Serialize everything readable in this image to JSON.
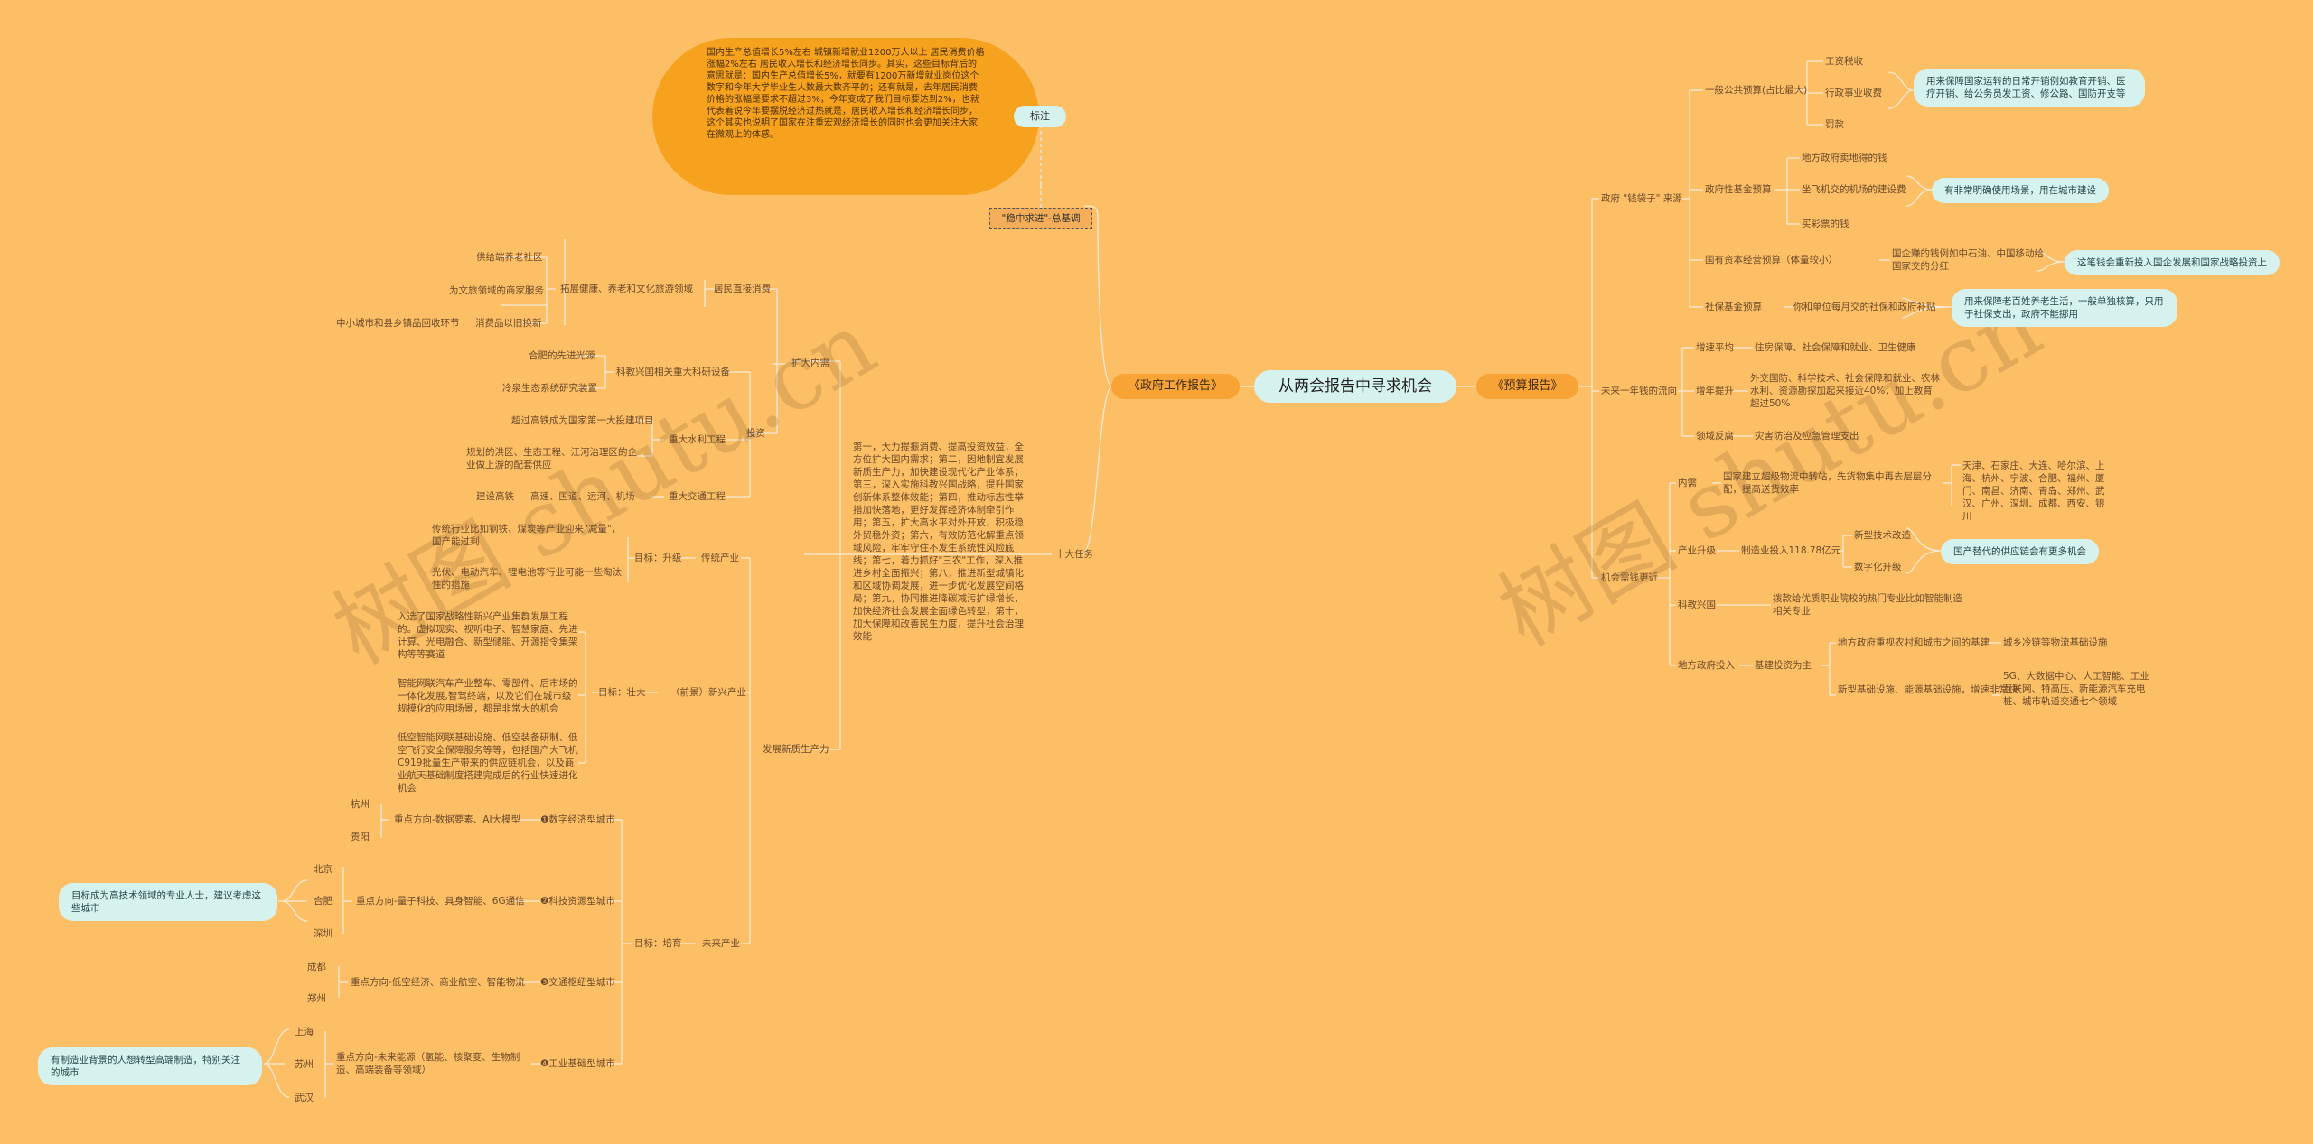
{
  "root": "从两会报告中寻求机会",
  "left_main": "《政府工作报告》",
  "right_main": "《预算报告》",
  "note_tag": "标注",
  "keynote": "\"稳中求进\"-总基调",
  "note_text": "国内生产总值增长5%左右 城镇新增就业1200万人以上 居民消费价格涨幅2%左右 居民收入增长和经济增长同步。其实，这些目标背后的意思就是：国内生产总值增长5%，就要有1200万新增就业岗位这个数字和今年大学毕业生人数最大数齐平的；还有就是，去年居民消费价格的涨幅是要求不超过3%，今年变成了我们目标要达到2%，也就代表着说今年要摆脱经济过热就是，居民收入增长和经济增长同步，这个其实也说明了国家在注重宏观经济增长的同时也会更加关注大家在微观上的体感。",
  "ten_tasks": "十大任务",
  "ten_tasks_text": "第一，大力提振消费、提高投资效益，全方位扩大国内需求；第二，因地制宜发展新质生产力，加快建设现代化产业体系；第三，深入实施科教兴国战略，提升国家创新体系整体效能；第四，推动标志性举措加快落地，更好发挥经济体制牵引作用；第五，扩大高水平对外开放，积极稳外贸稳外资；第六，有效防范化解重点领域风险，牢牢守住不发生系统性风险底线；第七，着力抓好\"三农\"工作，深入推进乡村全面振兴；第八，推进新型城镇化和区域协调发展，进一步优化发展空间格局；第九，协同推进降碳减污扩绿增长，加快经济社会发展全面绿色转型；第十，加大保障和改善民生力度，提升社会治理效能",
  "expand": {
    "label": "扩大内需",
    "consumption": {
      "label": "居民直接消费",
      "mid": "拓展健康、养老和文化旅游领域",
      "items": [
        "供给端养老社区",
        "为文旅领域的商家服务",
        "中小城市和县乡镇品回收环节",
        "消费品以旧换新"
      ]
    },
    "investment": {
      "label": "投资",
      "tech": {
        "label": "科教兴国相关重大科研设备",
        "items": [
          "合肥的先进光源",
          "冷泉生态系统研究装置"
        ]
      },
      "water": {
        "label": "重大水利工程",
        "items": [
          "超过高铁成为国家第一大投建项目",
          "规划的洪区、生态工程、江河治理区的企业做上游的配套供应"
        ]
      },
      "traffic": {
        "label": "重大交通工程",
        "items": [
          "建设高铁",
          "高速、国道、运河、机场"
        ]
      }
    }
  },
  "newprod": {
    "label": "发展新质生产力",
    "traditional": {
      "label": "传统产业",
      "goal": "目标：升级",
      "items": [
        "传统行业比如钢铁、煤炭等产业迎来\"减量\"，国产能过剩",
        "光伏、电动汽车、锂电池等行业可能一些淘汰性的措施"
      ]
    },
    "emerging": {
      "label": "（前景）新兴产业",
      "goal": "目标：壮大",
      "items": [
        "入选了国家战略性新兴产业集群发展工程的。虚拟现实、视听电子、智慧家庭、先进计算、光电融合、新型储能、开源指令集架构等等赛道",
        "智能网联汽车产业整车、零部件、后市场的一体化发展,智驾终端，以及它们在城市级规模化的应用场景，都是非常大的机会",
        "低空智能网联基础设施、低空装备研制、低空飞行安全保障服务等等，包括国产大飞机C919批量生产带来的供应链机会，以及商业航天基础制度搭建完成后的行业快速进化机会"
      ]
    },
    "future": {
      "label": "未来产业",
      "goal": "目标：培育",
      "groups": [
        {
          "label": "❶数字经济型城市",
          "focus": "重点方向-数据要素、AI大模型",
          "cities": [
            "杭州",
            "贵阳"
          ]
        },
        {
          "label": "❷科技资源型城市",
          "focus": "重点方向-量子科技、具身智能、6G通信",
          "cities": [
            "北京",
            "合肥",
            "深圳"
          ],
          "note": "目标成为高技术领域的专业人士，建议考虑这些城市"
        },
        {
          "label": "❸交通枢纽型城市",
          "focus": "重点方向-低空经济、商业航空、智能物流",
          "cities": [
            "成都",
            "郑州"
          ]
        },
        {
          "label": "❹工业基础型城市",
          "focus": "重点方向-未来能源（氢能、核聚变、生物制造、高端装备等领域）",
          "cities": [
            "上海",
            "苏州",
            "武汉"
          ],
          "note": "有制造业背景的人想转型高端制造，特别关注的城市"
        }
      ]
    }
  },
  "budget": {
    "money": {
      "label": "政府 \"钱袋子\" 来源",
      "general": {
        "label": "一般公共预算(占比最大)",
        "items": [
          "工资税收",
          "行政事业收费",
          "罚款"
        ],
        "note": "用来保障国家运转的日常开销例如教育开销、医疗开销、给公务员发工资、修公路、国防开支等"
      },
      "fund": {
        "label": "政府性基金预算",
        "items": [
          "地方政府卖地得的钱",
          "坐飞机交的机场的建设费",
          "买彩票的钱"
        ],
        "note": "有非常明确使用场景，用在城市建设"
      },
      "state": {
        "label": "国有资本经营预算（体量较小）",
        "item": "国企赚的钱例如中石油、中国移动给国家交的分红",
        "note": "这笔钱会重新投入国企发展和国家战略投资上"
      },
      "social": {
        "label": "社保基金预算",
        "item": "你和单位每月交的社保和政府补贴",
        "note": "用来保障老百姓养老生活，一般单独核算，只用于社保支出，政府不能挪用"
      }
    },
    "trend": {
      "label": "未来一年钱的流向",
      "items": [
        {
          "label": "增速平均",
          "text": "住房保障、社会保障和就业、卫生健康"
        },
        {
          "label": "增年提升",
          "text": "外交国防、科学技术、社会保障和就业、农林水利、资源勘探加起来接近40%，加上教育超过50%"
        },
        {
          "label": "领域反腐",
          "text": "灾害防治及应急管理支出"
        }
      ]
    },
    "opportunity": {
      "label": "机会需钱更近",
      "domestic": {
        "label": "内需",
        "text": "国家建立超级物流中转站，先货物集中再去层层分配，提高送货效率",
        "cities": "天津、石家庄、大连、哈尔滨、上海、杭州、宁波、合肥、福州、厦门、南昌、济南、青岛、郑州、武汉、广州、深圳、成都、西安、银川"
      },
      "industry": {
        "label": "产业升级",
        "text": "制造业投入118.78亿元",
        "items": [
          "新型技术改造",
          "数字化升级"
        ],
        "note": "国产替代的供应链会有更多机会"
      },
      "edu": {
        "label": "科教兴国",
        "text": "拨款给优质职业院校的热门专业比如智能制造相关专业"
      },
      "local": {
        "label": "地方政府投入",
        "mid": "基建投资为主",
        "items": [
          {
            "text": "地方政府重视农村和城市之间的基建",
            "detail": "城乡冷链等物流基础设施"
          },
          {
            "text": "新型基础设施、能源基础设施，增速非常快",
            "detail": "5G、大数据中心、人工智能、工业互联网、特高压、新能源汽车充电桩、城市轨道交通七个领域"
          }
        ]
      }
    }
  },
  "watermark": [
    "树图 shutu.cn",
    "树图 shutu.cn"
  ],
  "colors": {
    "background": "#fdbf66",
    "line": "#f4e8d4",
    "accent": "#f7a335",
    "cyan": "#d6f2ef"
  }
}
